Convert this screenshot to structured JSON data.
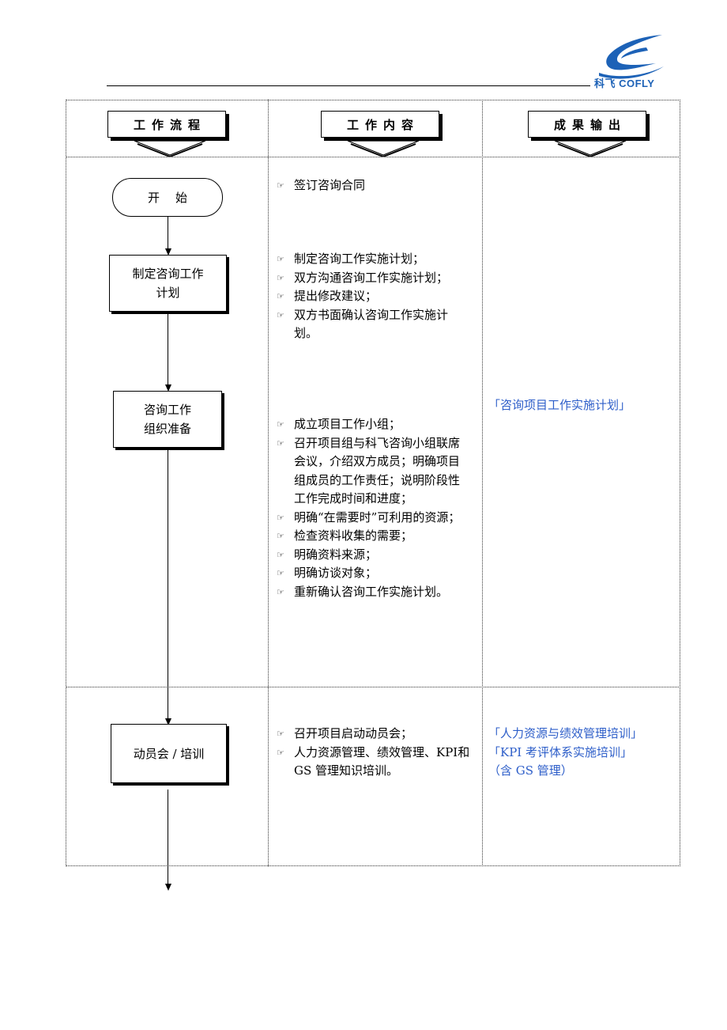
{
  "header": {
    "logo_text": "科飞 COFLY",
    "brand_color": "#1d62b7"
  },
  "columns": {
    "flow": "工作流程",
    "content": "工作内容",
    "output": "成果输出"
  },
  "flow": {
    "start": "开始",
    "step1": "制定咨询工作\n计划",
    "step2": "咨询工作\n组织准备",
    "step3": "动员会 / 培训"
  },
  "content": {
    "group1": [
      "签订咨询合同"
    ],
    "group2": [
      "制定咨询工作实施计划；",
      "双方沟通咨询工作实施计划；",
      "提出修改建议；",
      "双方书面确认咨询工作实施计划。"
    ],
    "group3": [
      "成立项目工作小组；",
      "召开项目组与科飞咨询小组联席会议，介绍双方成员；明确项目组成员的工作责任；说明阶段性工作完成时间和进度；",
      "明确“在需要时”可利用的资源；",
      "检查资料收集的需要；",
      "明确资料来源；",
      "明确访谈对象；",
      "重新确认咨询工作实施计划。"
    ],
    "group4": [
      "召开项目启动动员会；",
      "人力资源管理、绩效管理、KPI和 GS 管理知识培训。"
    ]
  },
  "output": {
    "row1": [
      "「咨询项目工作实施计划」"
    ],
    "row2": [
      "「人力资源与绩效管理培训」",
      "「KPI 考评体系实施培训」",
      "（含 GS 管理）"
    ],
    "color": "#2d5ec9"
  },
  "icons": {
    "bullet": "pointing-hand-icon"
  }
}
